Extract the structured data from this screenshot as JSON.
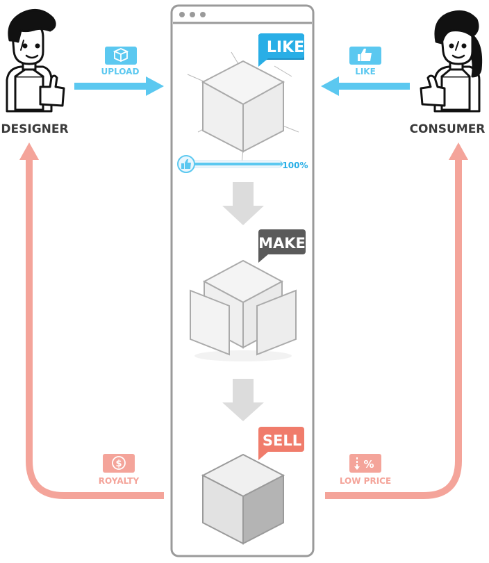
{
  "designer": {
    "label": "DESIGNER"
  },
  "consumer": {
    "label": "CONSUMER"
  },
  "flows": {
    "upload": {
      "label": "UPLOAD",
      "icon": "box-icon",
      "color": "#5bc8f0"
    },
    "like": {
      "label": "LIKE",
      "icon": "thumbs-up-icon",
      "color": "#5bc8f0"
    },
    "royalty": {
      "label": "ROYALTY",
      "icon": "dollar-icon",
      "color": "#f4a49a"
    },
    "low_price": {
      "label": "LOW PRICE",
      "icon": "percent-down-icon",
      "color": "#f4a49a"
    }
  },
  "stages": {
    "like": {
      "label": "LIKE",
      "color": "#29aee6"
    },
    "make": {
      "label": "MAKE",
      "color": "#5a5a5a"
    },
    "sell": {
      "label": "SELL",
      "color": "#f07c6b"
    }
  },
  "like_meter": {
    "value_label": "100%",
    "fraction": 1.0
  },
  "window": {
    "dots": 3
  }
}
